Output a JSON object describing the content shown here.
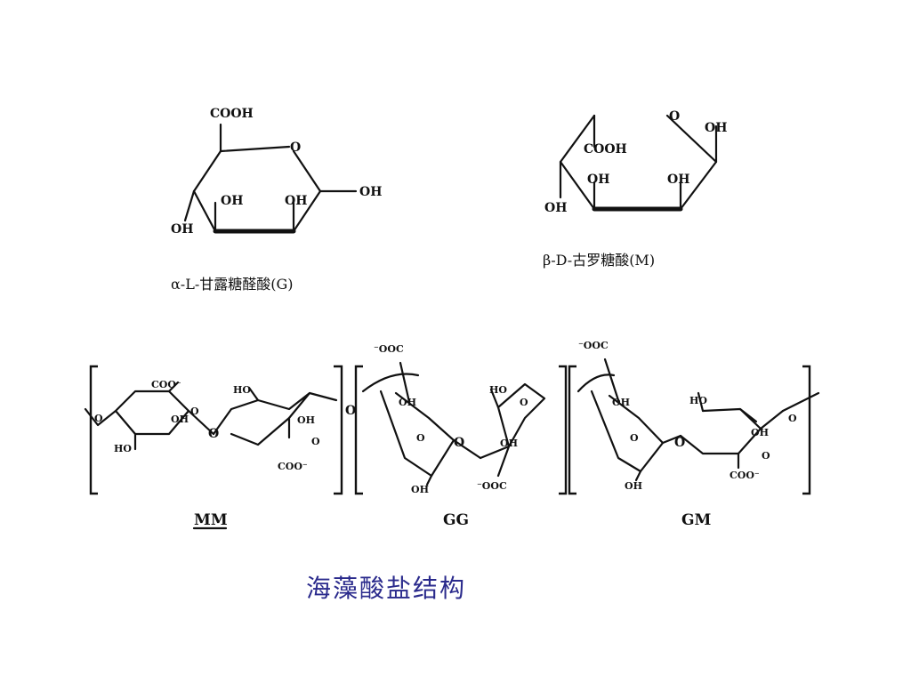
{
  "guluronic": {
    "cooh": "COOH",
    "ring_o": "O",
    "oh_ring1": "OH",
    "oh_ring2": "OH",
    "oh_c1": "OH",
    "oh_c4": "OH",
    "caption": "α-L-甘露糖醛酸(G)"
  },
  "mannuronic": {
    "ring_o": "O",
    "oh_c1": "OH",
    "cooh": "COOH",
    "oh_ring1": "OH",
    "oh_ring2": "OH",
    "oh_c4": "OH",
    "caption": "β-D-古罗糖酸(M)"
  },
  "chains": {
    "mm": {
      "coo1": "COO⁻",
      "oh1": "OH",
      "ho1": "HO",
      "ho2": "HO",
      "oh2": "OH",
      "coo2": "COO⁻",
      "bridge_o": "O",
      "ring_o1": "O",
      "ring_o2": "O",
      "end_o1": "O",
      "end_o2": "O",
      "label": "MM"
    },
    "gg": {
      "coo1": "⁻OOC",
      "oh1": "OH",
      "oh2": "OH",
      "ho1": "HO",
      "oh3": "OH",
      "coo2": "⁻OOC",
      "bridge_o": "O",
      "ring_o1": "O",
      "ring_o2": "O",
      "label": "GG"
    },
    "gm": {
      "coo1": "⁻OOC",
      "oh1": "OH",
      "oh2": "OH",
      "ho1": "HO",
      "oh3": "OH",
      "coo2": "COO⁻",
      "bridge_o": "O",
      "ring_o1": "O",
      "ring_o2": "O",
      "end_o": "O",
      "label": "GM"
    }
  },
  "caption": "海藻酸盐结构"
}
